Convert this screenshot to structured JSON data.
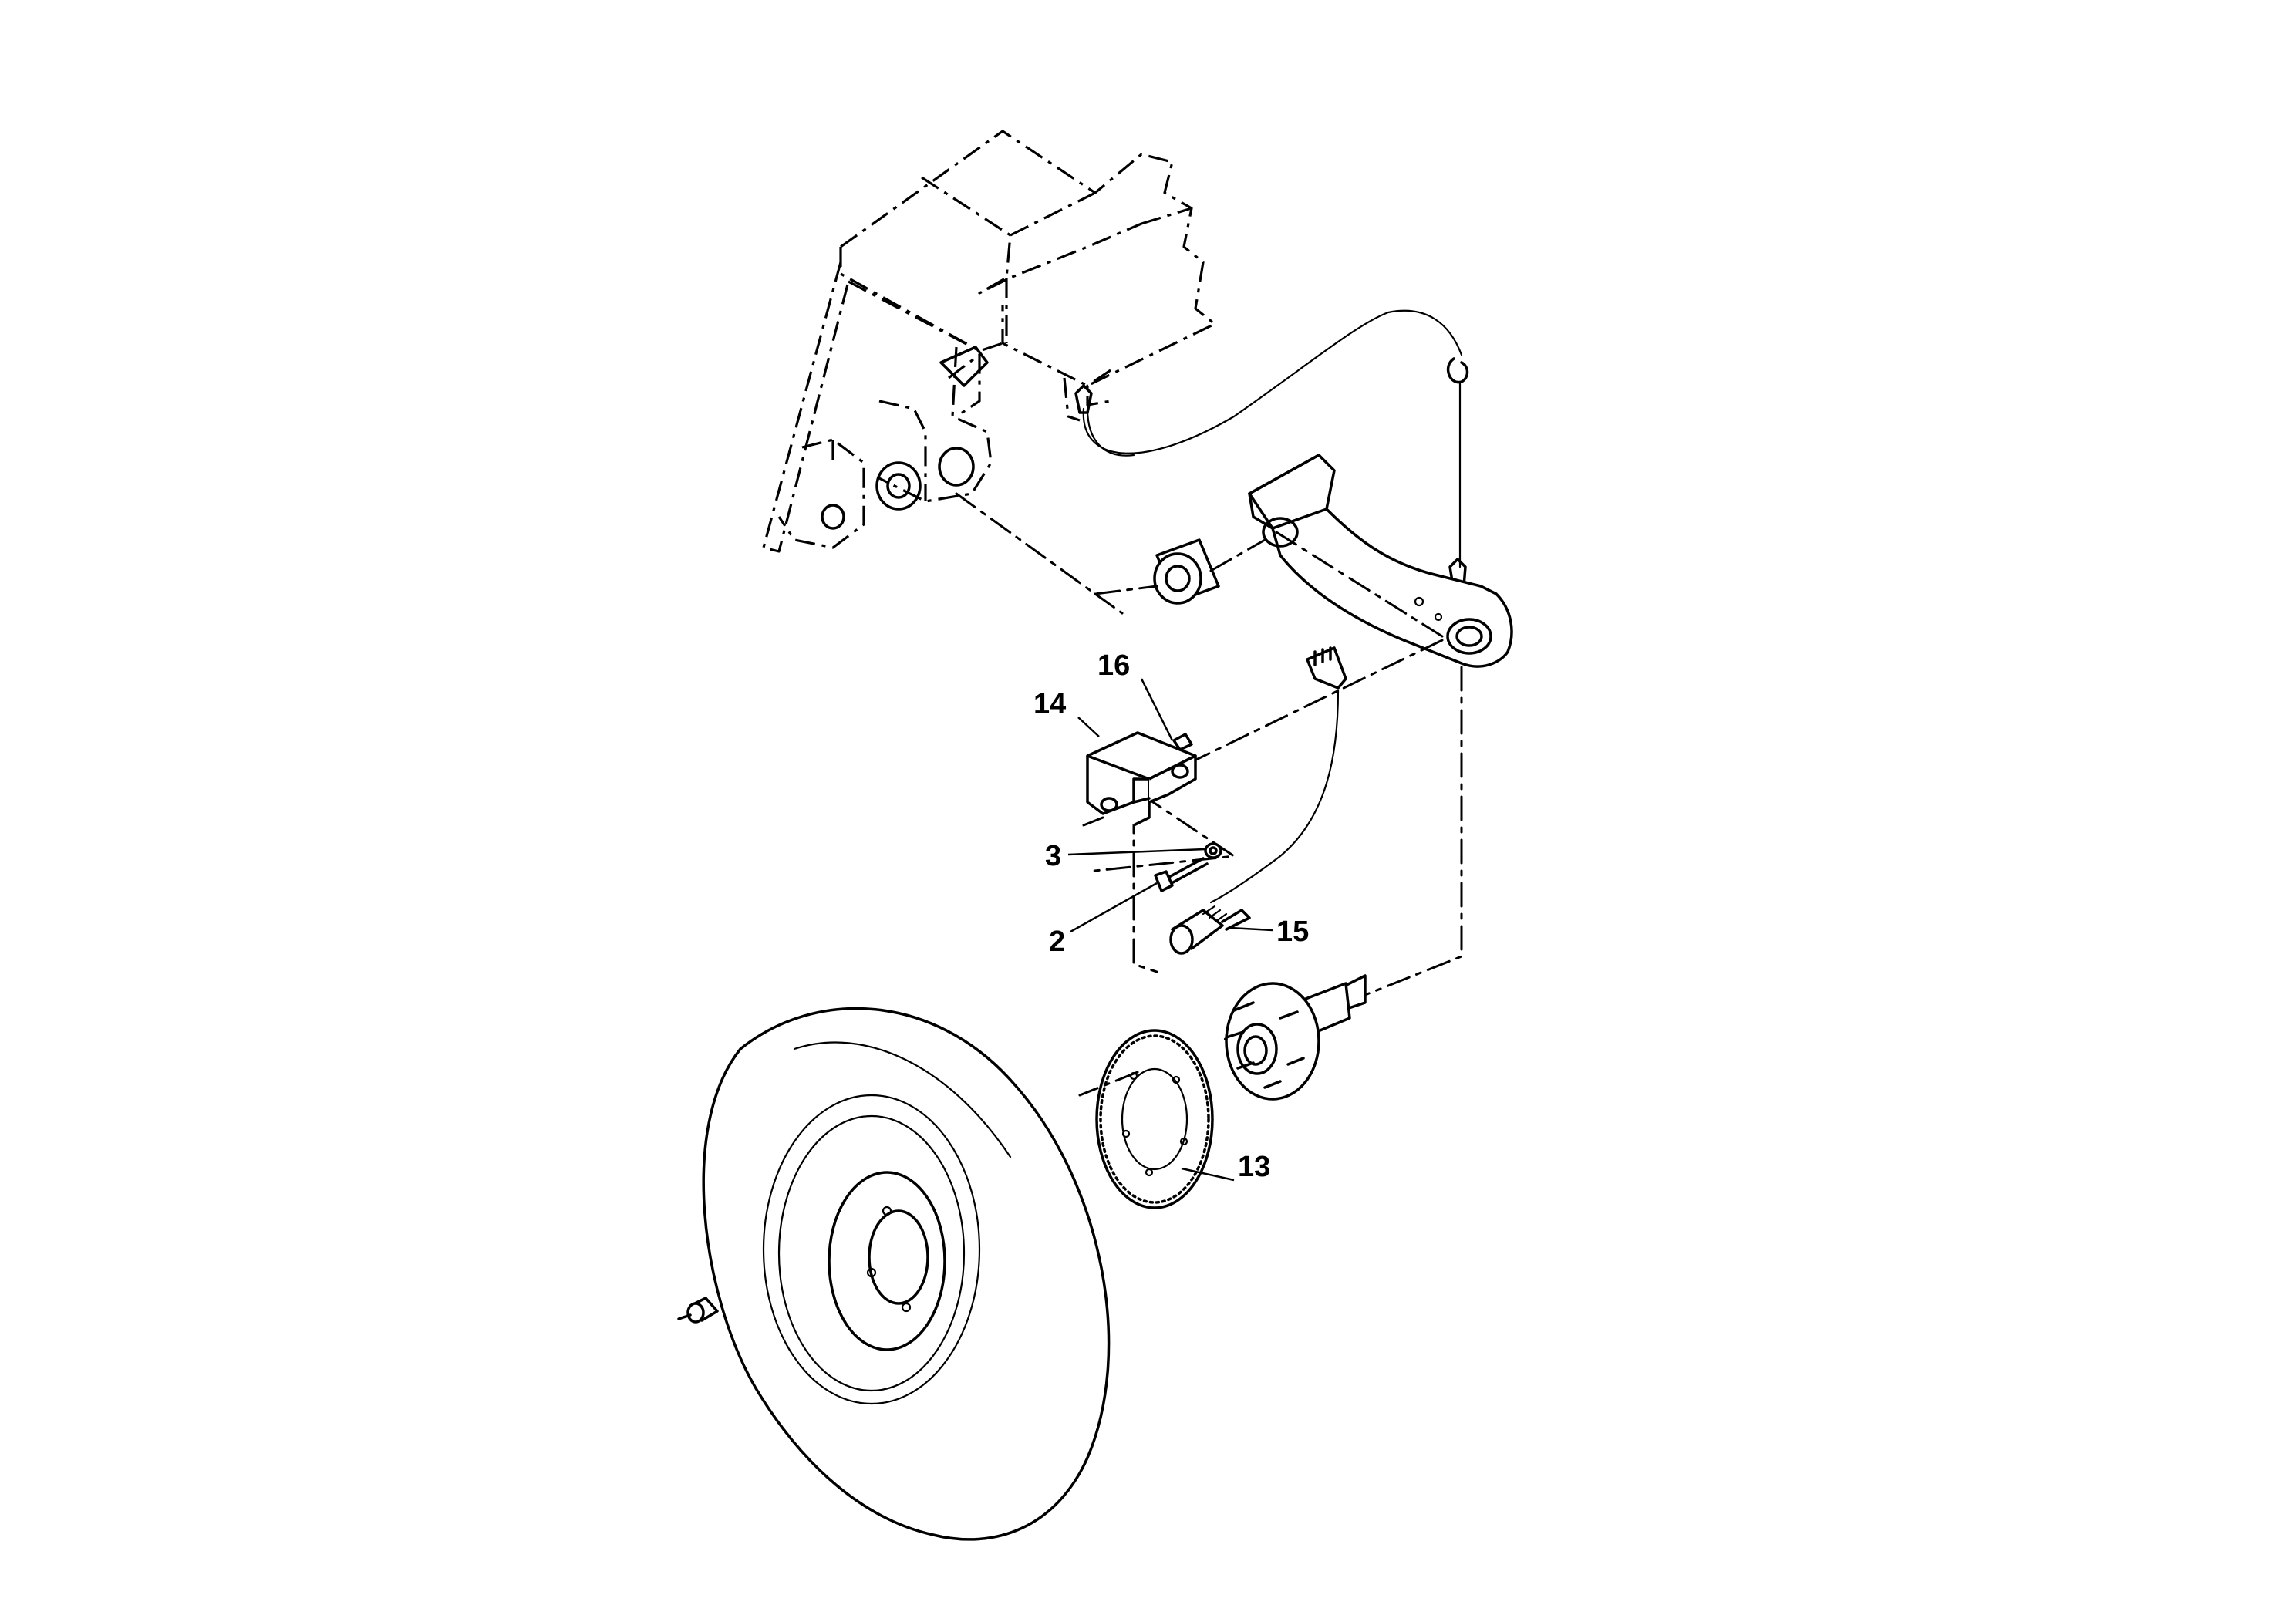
{
  "labels": {
    "p2": "2",
    "p3": "3",
    "p13": "13",
    "p14": "14",
    "p15": "15",
    "p16": "16"
  }
}
